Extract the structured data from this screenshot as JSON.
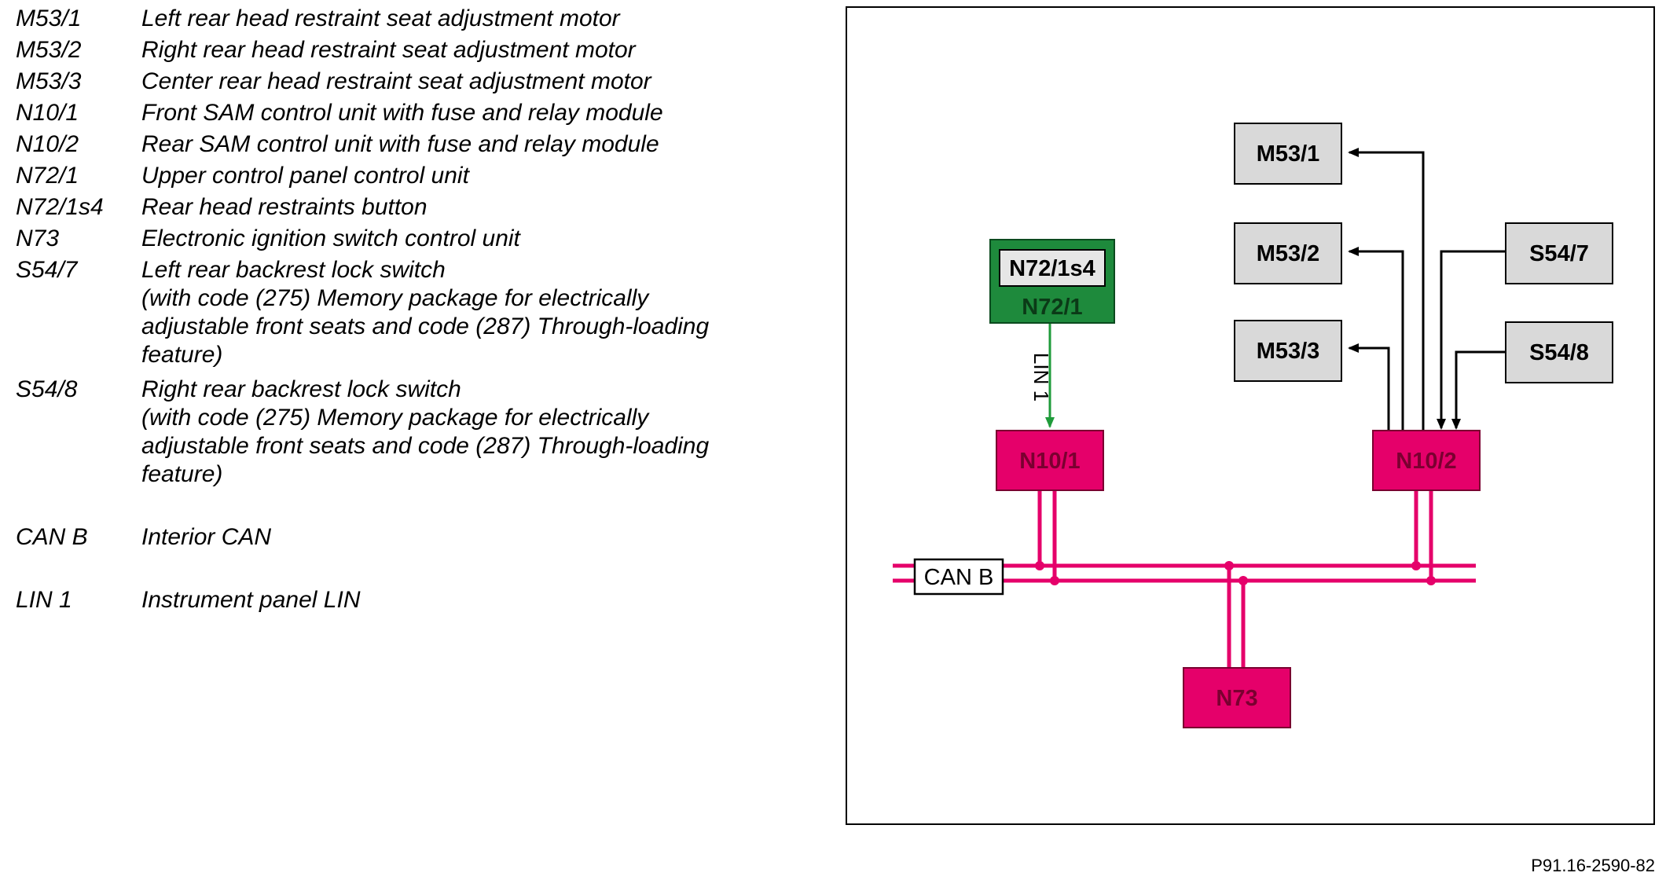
{
  "legend": [
    {
      "code": "M53/1",
      "lines": [
        "Left rear head restraint seat adjustment motor"
      ]
    },
    {
      "code": "M53/2",
      "lines": [
        "Right rear head restraint seat adjustment motor"
      ]
    },
    {
      "code": "M53/3",
      "lines": [
        "Center rear head restraint seat adjustment motor"
      ]
    },
    {
      "code": "N10/1",
      "lines": [
        "Front SAM control unit with fuse and relay module"
      ]
    },
    {
      "code": "N10/2",
      "lines": [
        "Rear SAM control unit with fuse and relay module"
      ]
    },
    {
      "code": "N72/1",
      "lines": [
        "Upper control panel control unit"
      ]
    },
    {
      "code": "N72/1s4",
      "lines": [
        "Rear head restraints button"
      ]
    },
    {
      "code": "N73",
      "lines": [
        "Electronic ignition switch control unit"
      ]
    },
    {
      "code": "S54/7",
      "lines": [
        "Left rear backrest lock switch",
        "(with code (275) Memory package for electrically",
        "adjustable front seats and code (287) Through-loading",
        "feature)"
      ]
    },
    {
      "code": "S54/8",
      "lines": [
        "Right rear backrest lock switch",
        "(with code (275) Memory package for electrically",
        "adjustable front seats and code (287) Through-loading",
        "feature)"
      ]
    },
    {
      "code": "CAN B",
      "lines": [
        "Interior CAN"
      ]
    },
    {
      "code": "LIN 1",
      "lines": [
        "Instrument panel LIN"
      ]
    }
  ],
  "diagram": {
    "nodes": {
      "m53_1": "M53/1",
      "m53_2": "M53/2",
      "m53_3": "M53/3",
      "s54_7": "S54/7",
      "s54_8": "S54/8",
      "n72_1s4": "N72/1s4",
      "n72_1": "N72/1",
      "n10_1": "N10/1",
      "n10_2": "N10/2",
      "n73": "N73"
    },
    "bus_label": "CAN B",
    "lin_label": "LIN 1",
    "colors": {
      "module": "#e5006a",
      "module_dark": "#c2004f",
      "module_text": "#7a0030",
      "bus": "#e5006a",
      "component_fill": "#d9d9d9",
      "green_fill": "#1e8a3c",
      "green_line": "#1f9b3a"
    }
  },
  "footer": {
    "ref": "P91.16-2590-82"
  }
}
